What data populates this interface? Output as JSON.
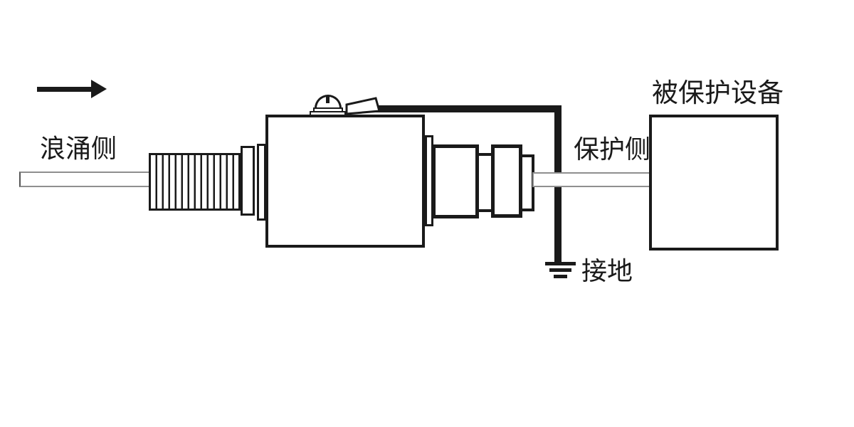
{
  "diagram": {
    "type": "surge-protector-installation-diagram",
    "flow_direction": "left-to-right",
    "labels": {
      "surge_side": "浪涌侧",
      "protected_side": "保护侧",
      "ground": "接地",
      "protected_equipment": "被保护设备"
    },
    "colors": {
      "line": "#1a1a1a",
      "cable": "#8f8f8f",
      "background": "#ffffff"
    },
    "components": [
      "flow-direction-arrow",
      "surge-side-cable",
      "threaded-connector",
      "connector-flange",
      "surge-protector-body",
      "top-terminal-screw",
      "ground-wire",
      "ground-symbol",
      "output-connector",
      "protected-side-cable",
      "protected-equipment-box"
    ]
  }
}
